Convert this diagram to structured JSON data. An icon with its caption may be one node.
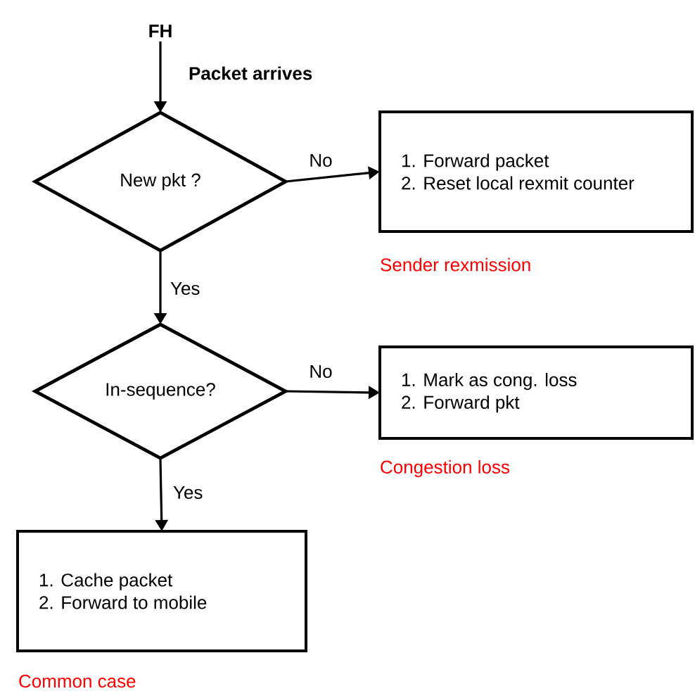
{
  "diagram": {
    "nodes": [
      {
        "text": [
          "FH"
        ]
      },
      {
        "text": [
          "New pkt ?"
        ]
      },
      {
        "text": [
          "1. Forward packet",
          "2. Reset local rexmit counter"
        ],
        "beside": [
          "Sender rexmission"
        ]
      },
      {
        "text": [
          "In-sequence?"
        ]
      },
      {
        "text": [
          "1. Mark as cong. loss",
          "2. Forward pkt"
        ],
        "beside": [
          "Congestion loss"
        ]
      },
      {
        "text": [
          "1. Cache packet",
          "2. Forward to mobile"
        ],
        "beside": [
          "Common case"
        ]
      }
    ],
    "edges": [
      {
        "from": 0,
        "to": 1,
        "arrow": "to",
        "label": "Packet arrives"
      },
      {
        "from": 1,
        "to": 2,
        "arrow": "to",
        "label": "No"
      },
      {
        "from": 1,
        "to": 3,
        "arrow": "to",
        "label": "Yes"
      },
      {
        "from": 3,
        "to": 4,
        "arrow": "to",
        "label": "No"
      },
      {
        "from": 3,
        "to": 5,
        "arrow": "to",
        "label": "Yes"
      }
    ]
  }
}
